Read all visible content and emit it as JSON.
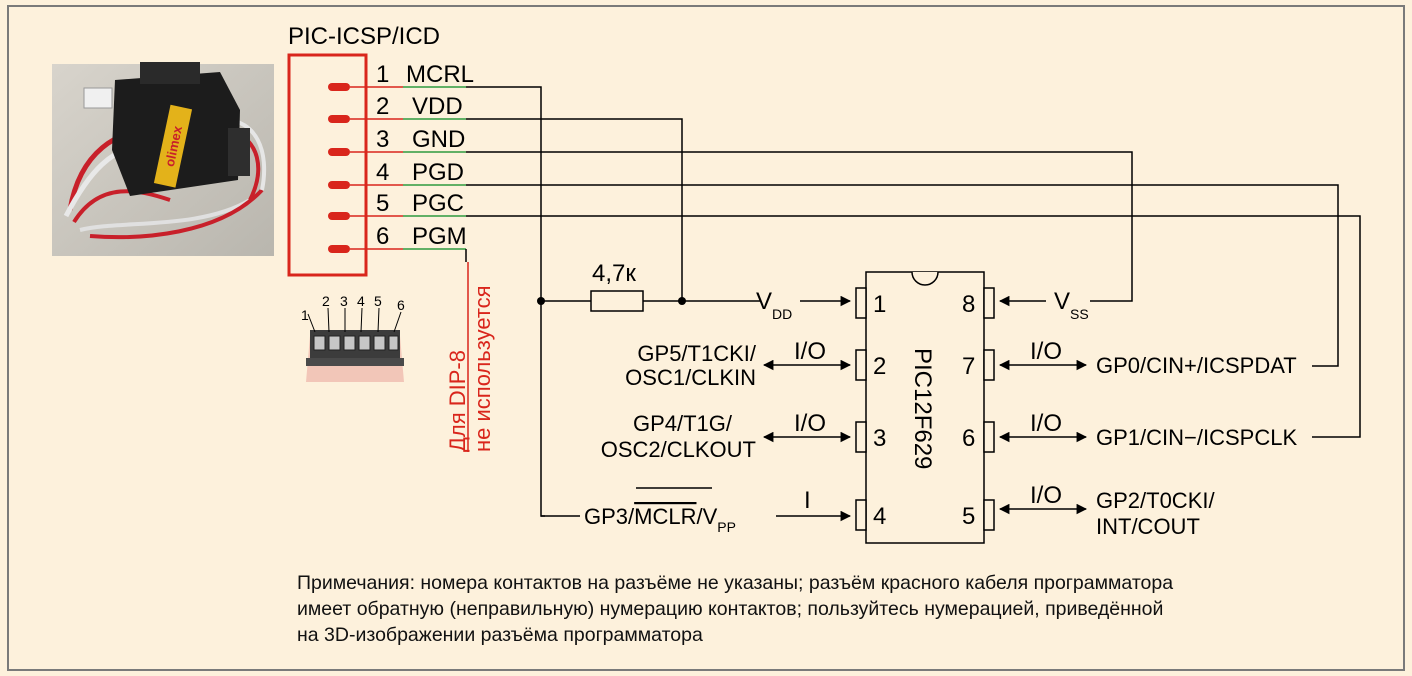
{
  "header": {
    "connector_title": "PIC-ICSP/ICD"
  },
  "connector_pins": [
    {
      "num": "1",
      "name": "MCRL"
    },
    {
      "num": "2",
      "name": "VDD"
    },
    {
      "num": "3",
      "name": "GND"
    },
    {
      "num": "4",
      "name": "PGD"
    },
    {
      "num": "5",
      "name": "PGC"
    },
    {
      "num": "6",
      "name": "PGM"
    }
  ],
  "photo": {
    "brand": "olimex"
  },
  "header_3d": {
    "pin_numbers": [
      "1",
      "2",
      "3",
      "4",
      "5",
      "6"
    ]
  },
  "dip8_note": {
    "line1": "Для DIP-8",
    "line2": "не используется"
  },
  "resistor": {
    "value": "4,7к"
  },
  "ic": {
    "name": "PIC12F629",
    "left_pins": [
      "1",
      "2",
      "3",
      "4"
    ],
    "right_pins": [
      "8",
      "7",
      "6",
      "5"
    ]
  },
  "signals": {
    "vdd_main": "V",
    "vdd_sub": "DD",
    "vss_main": "V",
    "vss_sub": "SS",
    "gp5_line1": "GP5/T1CKI/",
    "gp5_line2": "OSC1/CLKIN",
    "gp4_line1": "GP4/T1G/",
    "gp4_line2": "OSC2/CLKOUT",
    "gp3_prefix": "GP3/",
    "gp3_over": "MCLR",
    "gp3_suffix": "/V",
    "gp3_sub": "PP",
    "gp0": "GP0/CIN+/ICSPDAT",
    "gp1": "GP1/CIN−/ICSPCLK",
    "gp2_line1": "GP2/T0CKI/",
    "gp2_line2": "INT/COUT",
    "io": "I/O",
    "i": "I"
  },
  "notes": [
    "Примечания: номера контактов на разъёме не указаны; разъём красного кабеля программатора",
    "имеет обратную (неправильную) нумерацию контактов; пользуйтесь нумерацией, приведённой",
    "на 3D-изображении разъёма программатора"
  ],
  "colors": {
    "background": "#fdf1dc",
    "frame": "#7a7a7a",
    "connector_red": "#d9261c",
    "wire_green": "#2e9a3e",
    "wire_black": "#000000"
  }
}
